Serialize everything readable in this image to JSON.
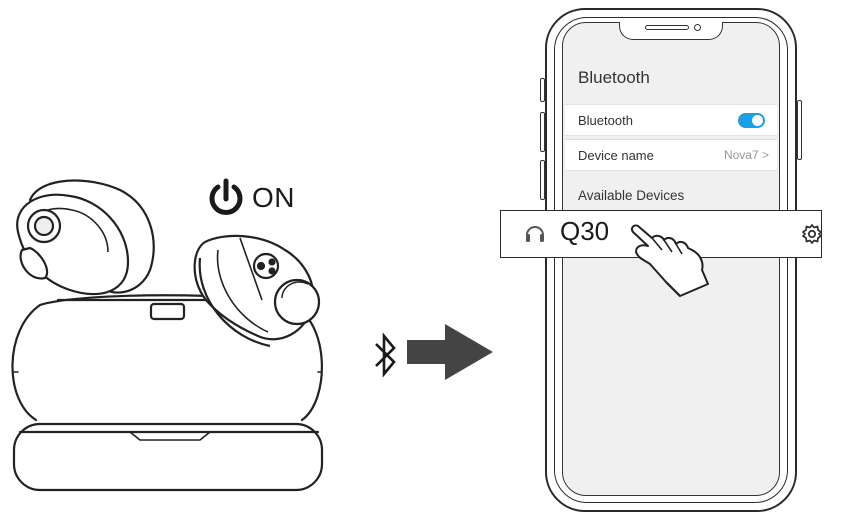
{
  "power": {
    "label": "ON",
    "icon": "power-icon"
  },
  "bluetooth_symbol": {
    "icon": "bluetooth-icon"
  },
  "phone": {
    "screen_title": "Bluetooth",
    "rows": [
      {
        "label": "Bluetooth",
        "toggle": "on"
      },
      {
        "label": "Device name",
        "value": "Nova7 >"
      }
    ],
    "section_title": "Available Devices",
    "device": {
      "name": "Q30",
      "icon": "headphones-icon",
      "settings_icon": "gear-icon"
    }
  },
  "colors": {
    "toggle": "#1aa0e6",
    "line": "#2a2a2a",
    "arrow": "#444444",
    "screen_bg": "#f0f0f0"
  }
}
